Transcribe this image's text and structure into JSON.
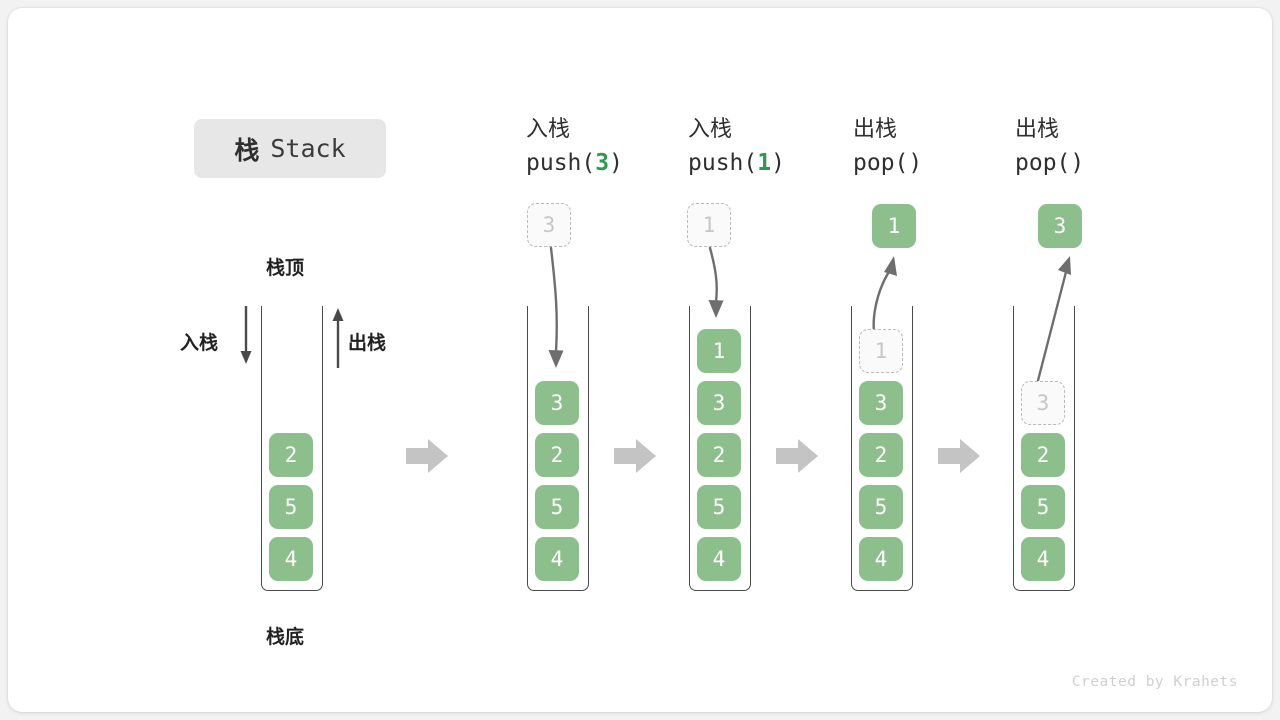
{
  "title": {
    "cn": "栈",
    "en": "Stack"
  },
  "labels": {
    "top": "栈顶",
    "bottom": "栈底",
    "push": "入栈",
    "pop": "出栈"
  },
  "footer": "Created by Krahets",
  "colors": {
    "cell_fill": "#8cbf8c",
    "cell_text": "#ffffff",
    "ghost_fill": "#fafafa",
    "ghost_border": "#b9b9b9",
    "ghost_text": "#c6c6c6",
    "accent_number": "#2e9a4e",
    "arrow_gray": "#c4c4c4",
    "curve_arrow": "#6e6e6e",
    "container_border": "#4a4a4a",
    "badge_bg": "#e7e7e7",
    "card_bg": "#ffffff",
    "page_bg": "#f2f2f2"
  },
  "columns": [
    {
      "id": "initial",
      "head_cn": "",
      "head_code": "",
      "floating": null,
      "stack": [
        "2",
        "5",
        "4"
      ]
    },
    {
      "id": "push-3",
      "head_cn": "入栈",
      "head_code_prefix": "push(",
      "head_code_num": "3",
      "head_code_suffix": ")",
      "floating": {
        "value": "3",
        "style": "ghost"
      },
      "stack": [
        "3",
        "2",
        "5",
        "4"
      ]
    },
    {
      "id": "push-1",
      "head_cn": "入栈",
      "head_code_prefix": "push(",
      "head_code_num": "1",
      "head_code_suffix": ")",
      "floating": {
        "value": "1",
        "style": "ghost"
      },
      "stack": [
        "1",
        "3",
        "2",
        "5",
        "4"
      ]
    },
    {
      "id": "pop-1",
      "head_cn": "出栈",
      "head_code_prefix": "pop(",
      "head_code_num": "",
      "head_code_suffix": ")",
      "floating": {
        "value": "1",
        "style": "solid"
      },
      "stack": [
        "1-ghost",
        "3",
        "2",
        "5",
        "4"
      ]
    },
    {
      "id": "pop-3",
      "head_cn": "出栈",
      "head_code_prefix": "pop(",
      "head_code_num": "",
      "head_code_suffix": ")",
      "floating": {
        "value": "3",
        "style": "solid"
      },
      "stack": [
        "3-ghost",
        "2",
        "5",
        "4"
      ]
    }
  ],
  "cells": {
    "c1": [
      "2",
      "5",
      "4"
    ],
    "c2": [
      "3",
      "2",
      "5",
      "4"
    ],
    "c3": [
      "1",
      "3",
      "2",
      "5",
      "4"
    ],
    "c4_ghost": "1",
    "c4": [
      "3",
      "2",
      "5",
      "4"
    ],
    "c5_ghost": "3",
    "c5": [
      "2",
      "5",
      "4"
    ],
    "float2": "3",
    "float3": "1",
    "float4": "1",
    "float5": "3"
  },
  "heads": {
    "h2_cn": "入栈",
    "h2_pre": "push(",
    "h2_num": "3",
    "h2_post": ")",
    "h3_cn": "入栈",
    "h3_pre": "push(",
    "h3_num": "1",
    "h3_post": ")",
    "h4_cn": "出栈",
    "h4_pre": "pop(",
    "h4_num": "",
    "h4_post": ")",
    "h5_cn": "出栈",
    "h5_pre": "pop(",
    "h5_num": "",
    "h5_post": ")"
  }
}
